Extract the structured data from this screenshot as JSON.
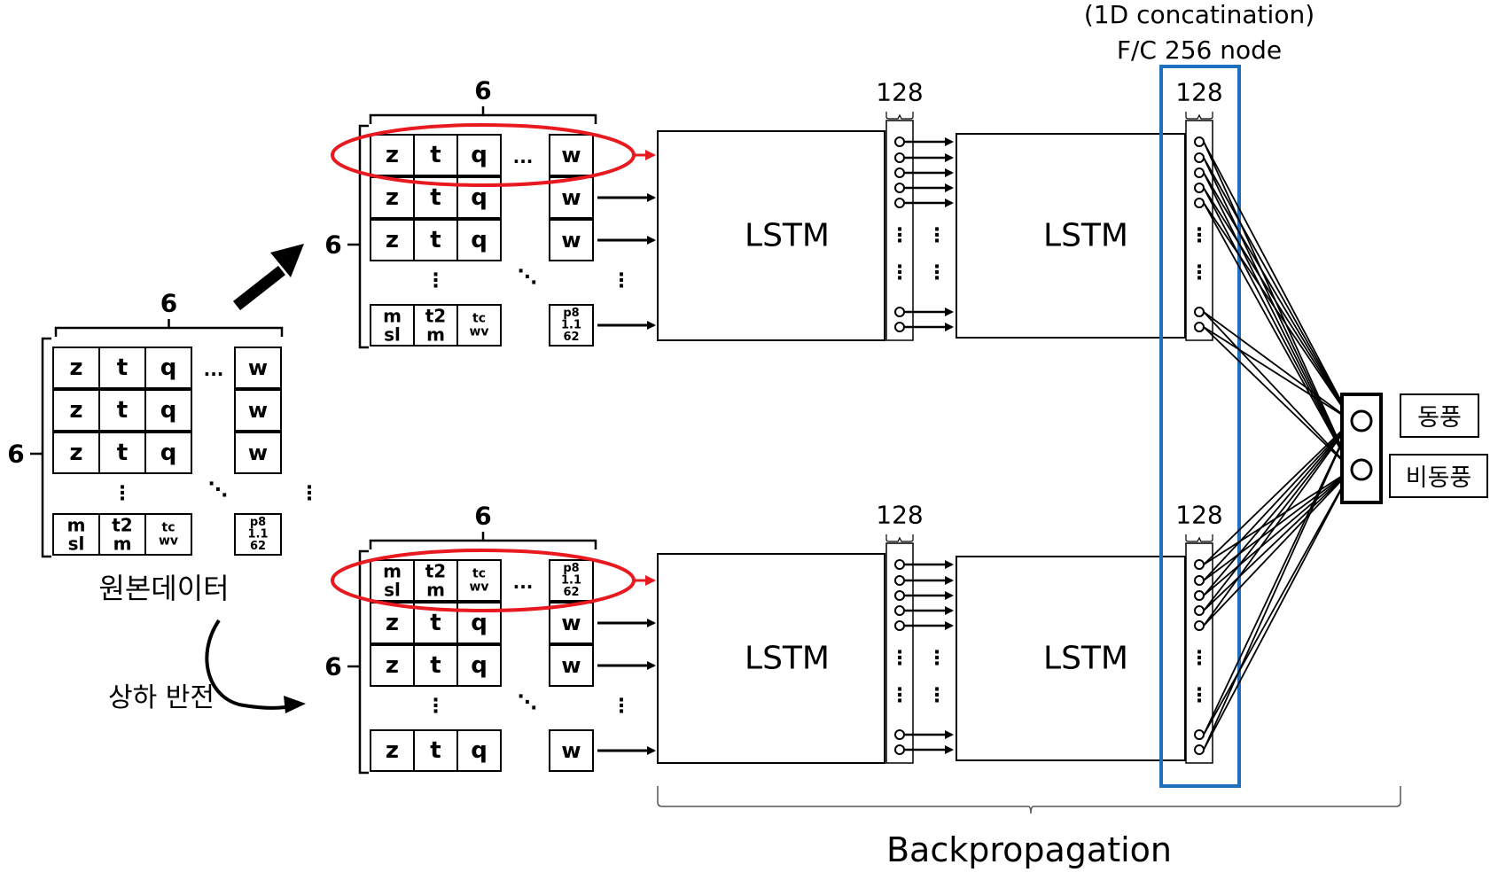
{
  "title_line1": "(1D concatination)",
  "title_line2": "F/C 256 node",
  "dim_label": "6",
  "node_count_label": "128",
  "lstm_label": "LSTM",
  "original_data_label": "원본데이터",
  "flip_label": "상하 반전",
  "backprop_label": "Backpropagation",
  "outputs": [
    "동풍",
    "비동풍"
  ],
  "row_cells": [
    "z",
    "t",
    "q"
  ],
  "row_last": "w",
  "special_cells": [
    "m\nsl",
    "t2\nm",
    "tc\nwv"
  ],
  "special_last": "p8\n1.1\n62",
  "ellipsis_h": "···",
  "ellipsis_v": "⋮",
  "ellipsis_d": "⋱",
  "colors": {
    "highlight_red": "#e8191f",
    "concat_box_blue": "#1f6fbf",
    "line": "#000000"
  }
}
